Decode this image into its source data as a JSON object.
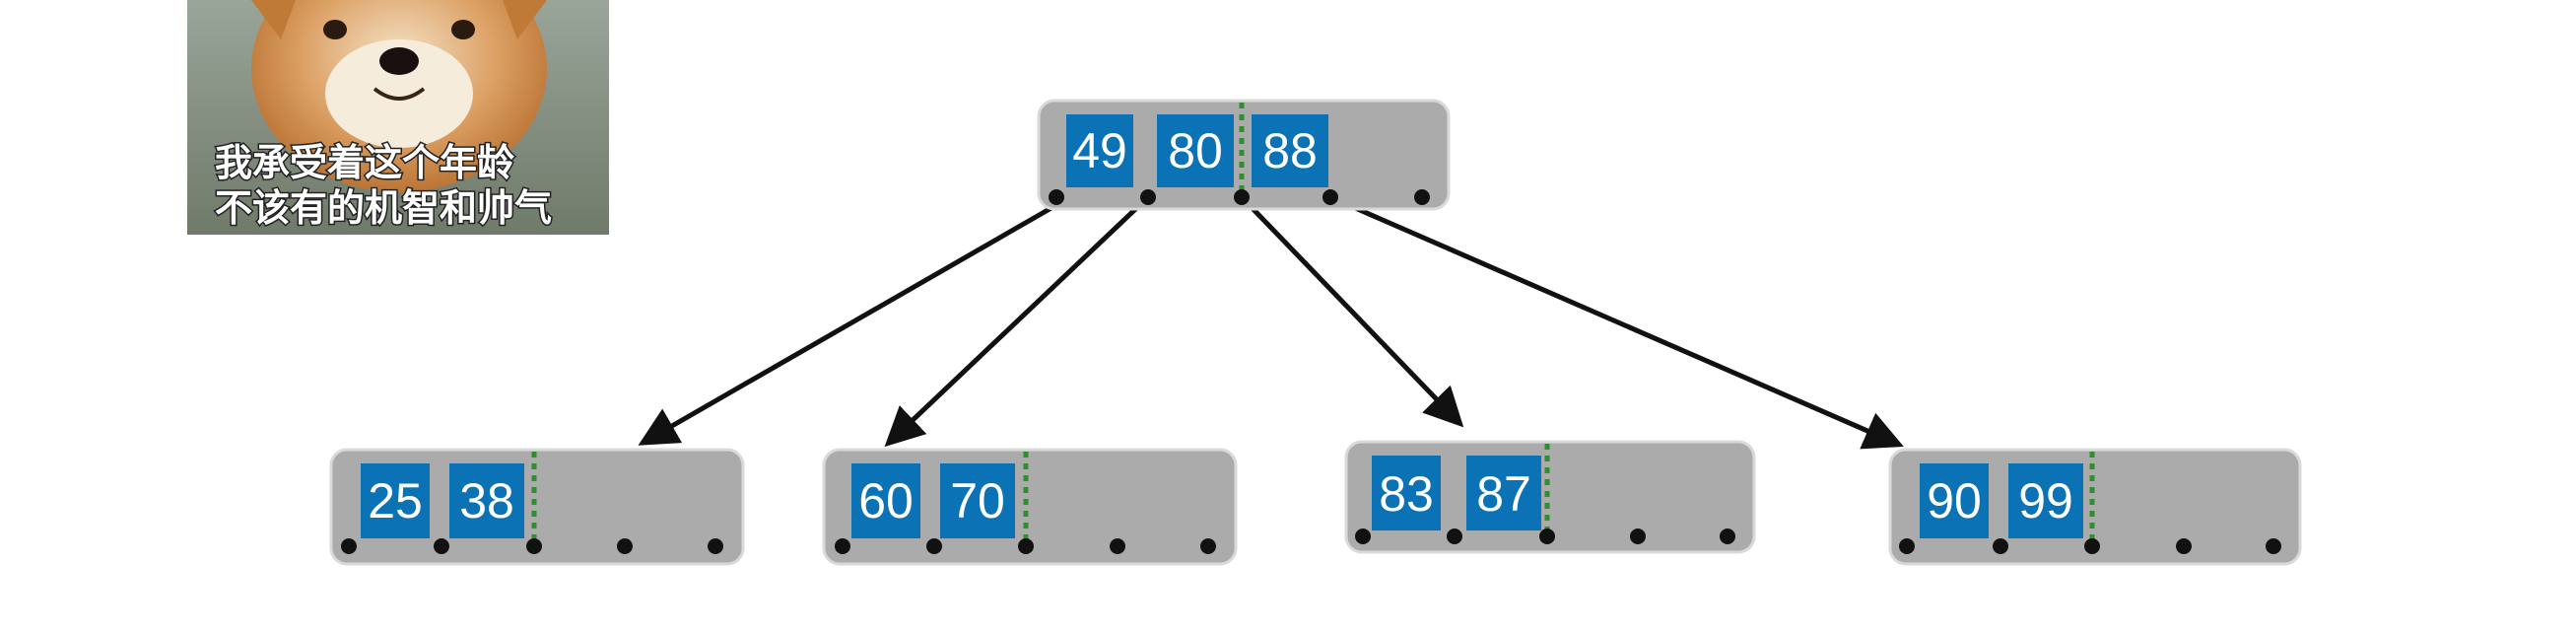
{
  "meme": {
    "caption_line1": "我承受着这个年龄",
    "caption_line2": "不该有的机智和帅气",
    "icon": "shiba-dog-photo"
  },
  "colors": {
    "node_fill": "#ababab",
    "key_fill": "#0a72b5",
    "key_text": "#ffffff",
    "divider": "#2f8f2f",
    "edge": "#111111"
  },
  "tree": {
    "root": {
      "keys": [
        "49",
        "80",
        "88"
      ]
    },
    "children": [
      {
        "keys": [
          "25",
          "38"
        ]
      },
      {
        "keys": [
          "60",
          "70"
        ]
      },
      {
        "keys": [
          "83",
          "87"
        ]
      },
      {
        "keys": [
          "90",
          "99"
        ]
      }
    ]
  }
}
